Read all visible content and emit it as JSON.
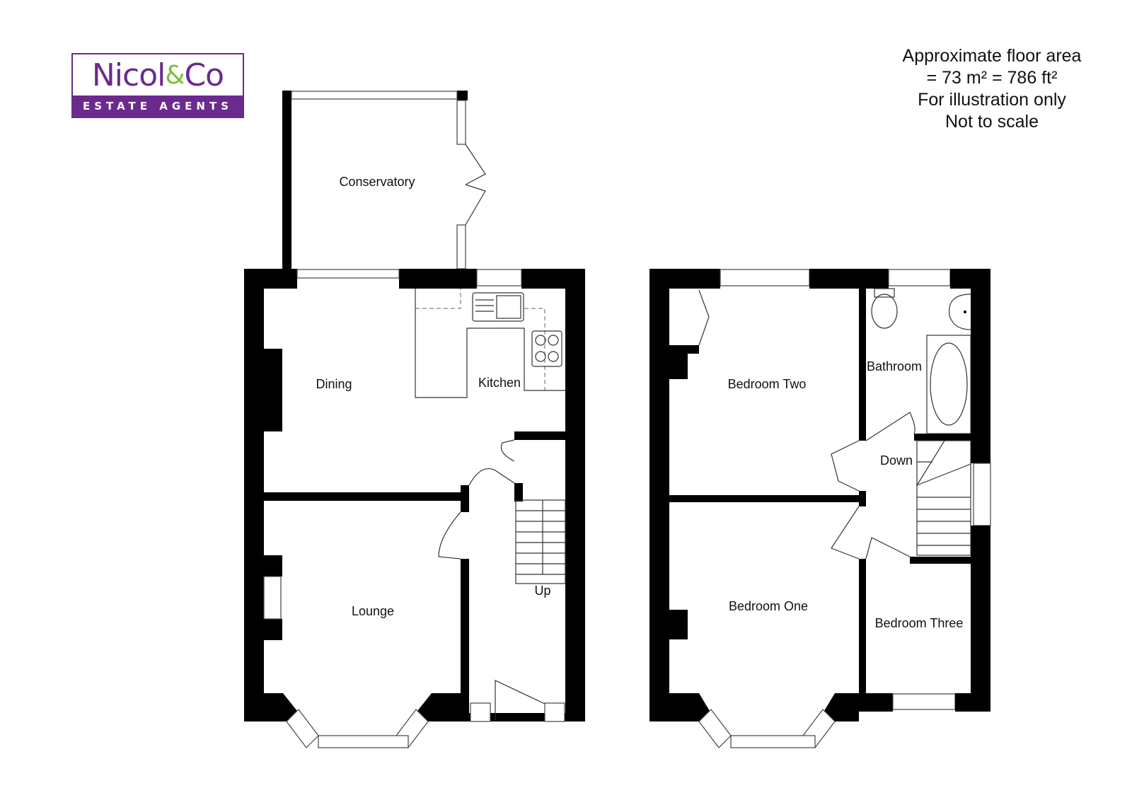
{
  "brand": {
    "name_part1": "Nicol",
    "ampersand": "&",
    "name_part2": "Co",
    "tagline": "ESTATE AGENTS",
    "colors": {
      "primary": "#6b2a8e",
      "accent": "#7bbf3a"
    }
  },
  "notes": {
    "line1": "Approximate floor area",
    "line2": "=  73 m²   =  786 ft²",
    "line3": "For illustration only",
    "line4": "Not to scale"
  },
  "ground_floor": {
    "rooms": {
      "conservatory": "Conservatory",
      "dining": "Dining",
      "kitchen": "Kitchen",
      "lounge": "Lounge",
      "stairs": "Up"
    }
  },
  "first_floor": {
    "rooms": {
      "bedroom_two": "Bedroom Two",
      "bathroom": "Bathroom",
      "landing": "Down",
      "bedroom_one": "Bedroom One",
      "bedroom_three": "Bedroom Three"
    }
  }
}
